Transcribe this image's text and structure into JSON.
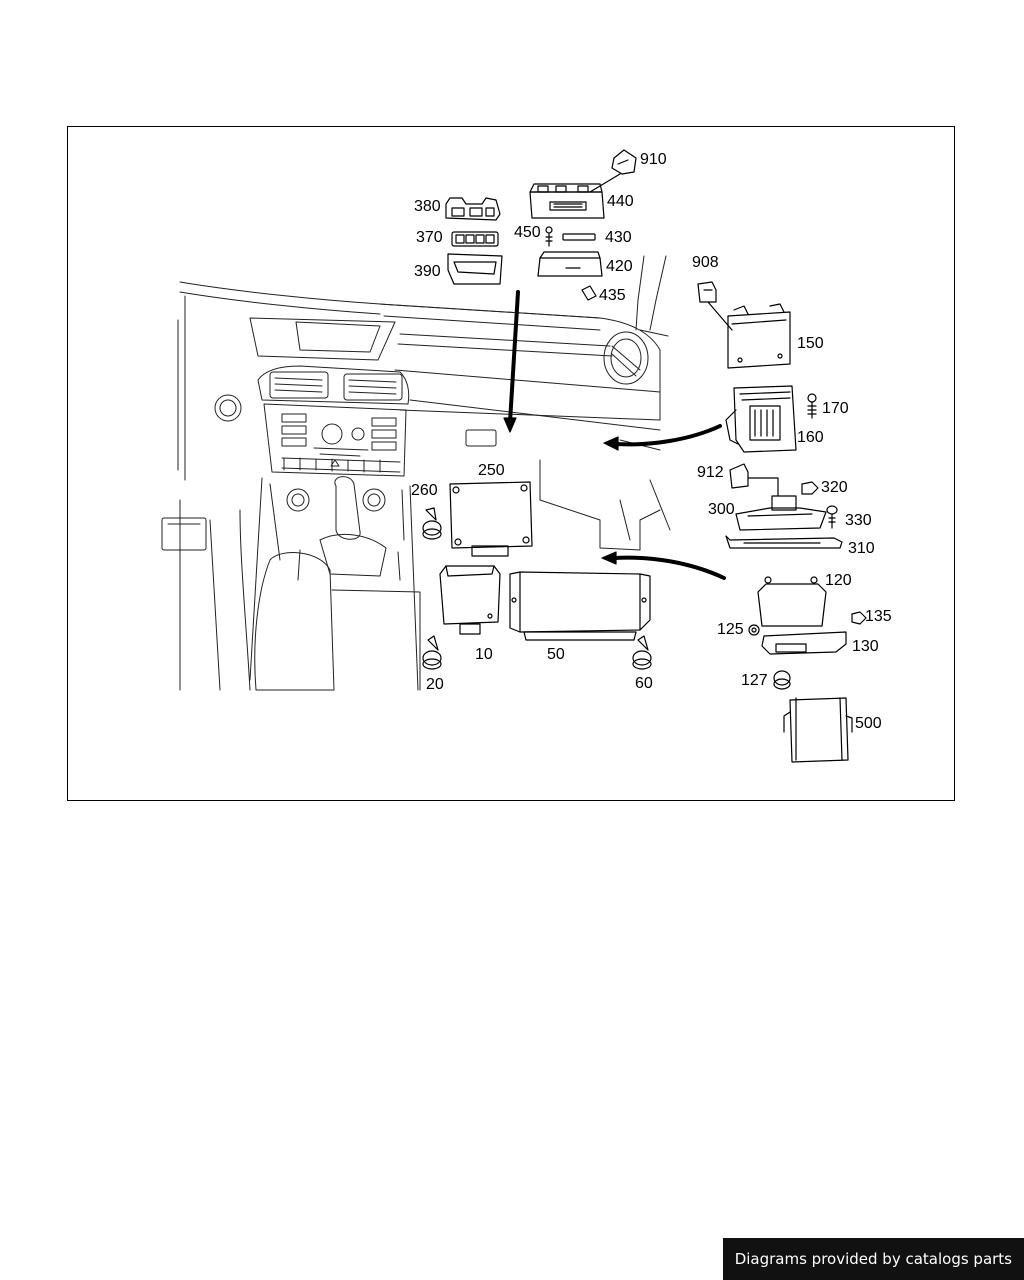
{
  "callouts": {
    "p910": "910",
    "p440": "440",
    "p380": "380",
    "p370": "370",
    "p450": "450",
    "p430": "430",
    "p390": "390",
    "p420": "420",
    "p435": "435",
    "p908": "908",
    "p150": "150",
    "p170": "170",
    "p160": "160",
    "p250": "250",
    "p260": "260",
    "p912": "912",
    "p320": "320",
    "p300": "300",
    "p330": "330",
    "p310": "310",
    "p120": "120",
    "p135": "135",
    "p125": "125",
    "p130": "130",
    "p10": "10",
    "p50": "50",
    "p20": "20",
    "p60": "60",
    "p127": "127",
    "p500": "500"
  },
  "footer": {
    "text": "Diagrams provided by catalogs parts"
  }
}
